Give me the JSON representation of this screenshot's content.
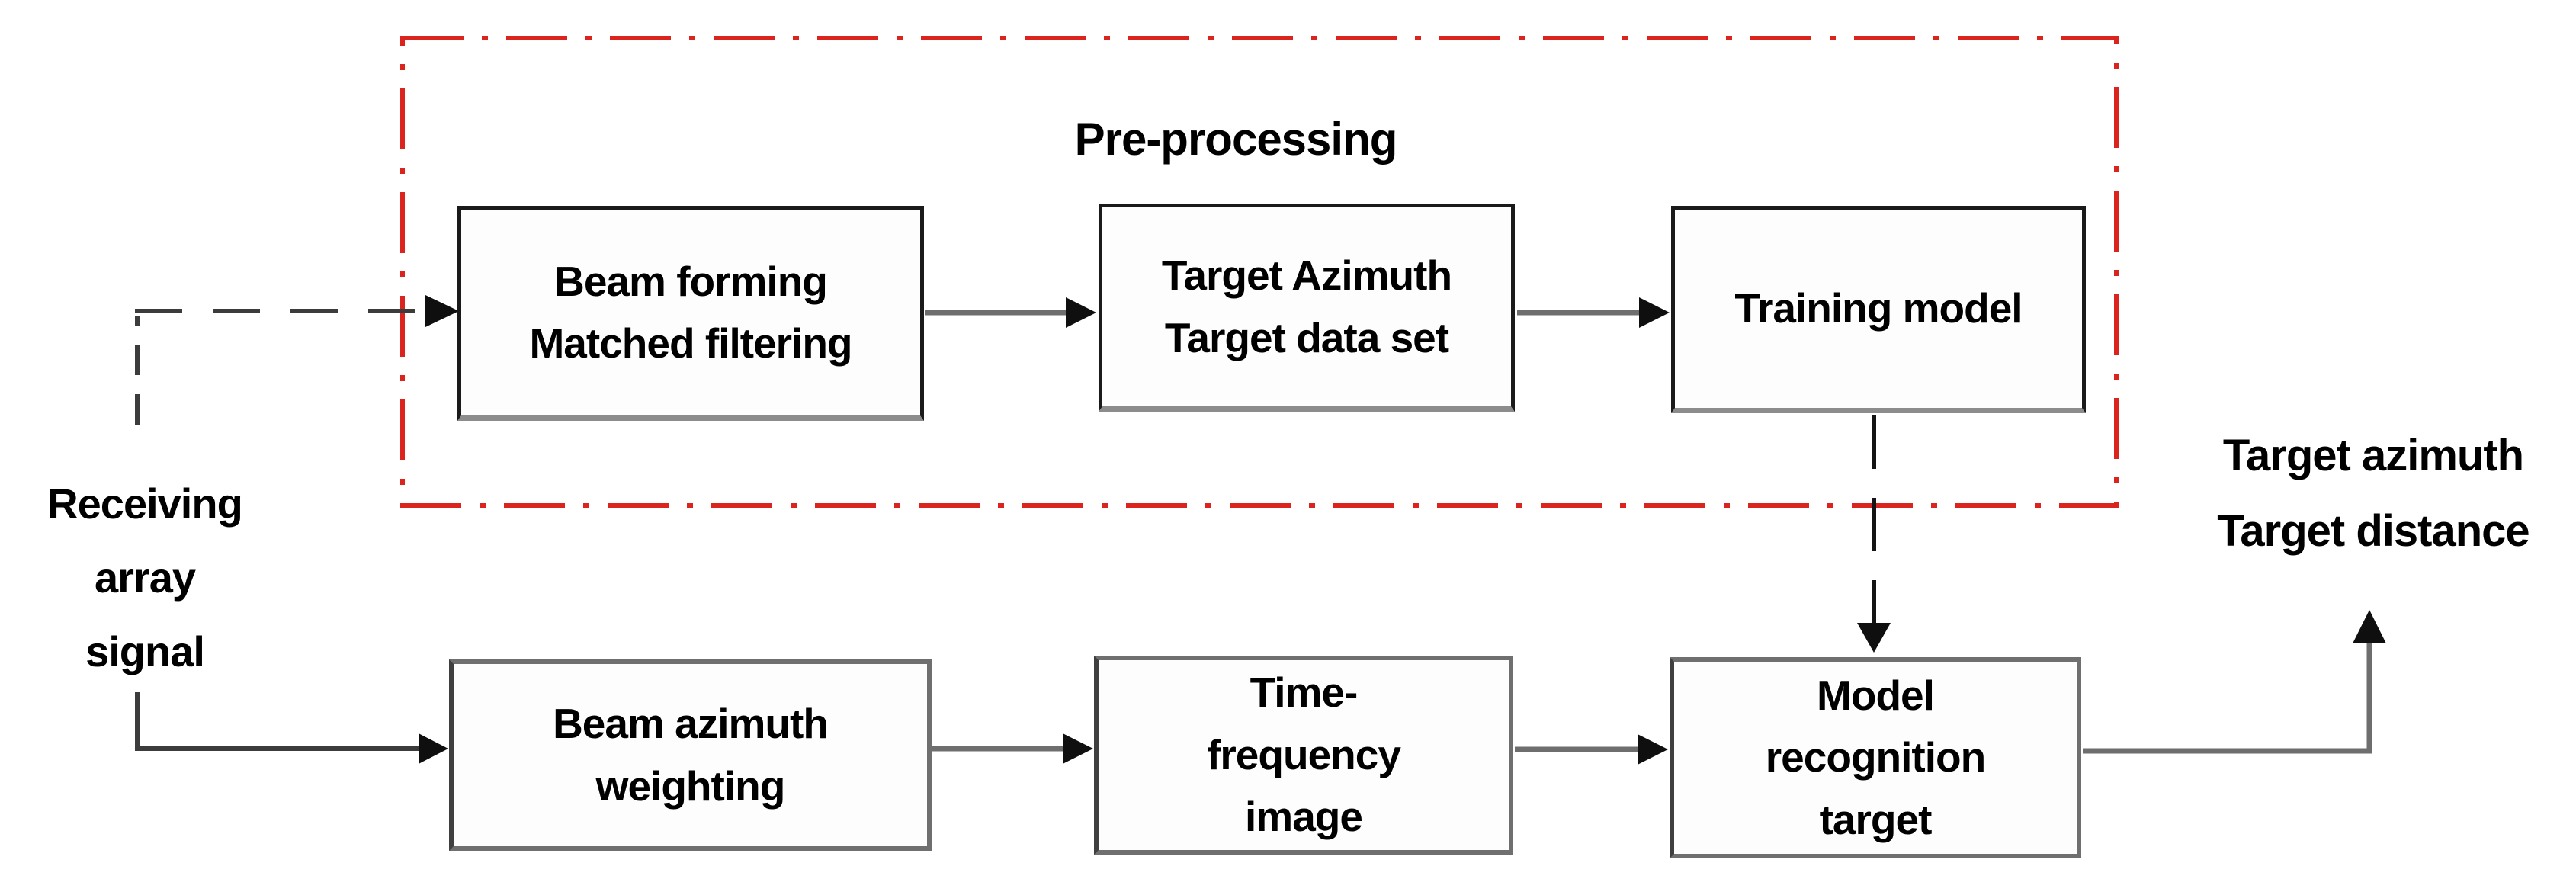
{
  "title": "Pre-processing",
  "labels": {
    "receiving": "Receiving\narray\nsignal",
    "output": "Target azimuth\nTarget distance"
  },
  "boxes": {
    "beam_forming": "Beam forming\nMatched filtering",
    "target_azimuth": "Target Azimuth\nTarget data set",
    "training_model": "Training model",
    "beam_azimuth_weighting": "Beam azimuth\nweighting",
    "time_frequency_image": "Time-\nfrequency\nimage",
    "model_recognition_target": "Model\nrecognition\ntarget"
  },
  "colors": {
    "preprocessing_border": "#dc241f",
    "connector_gray": "#6e6e6e",
    "connector_dark": "#3c3c3c",
    "arrowhead": "#0f0f0f",
    "box_border_dark": "#1a1a1a",
    "box_border_gray": "#6f6f6f",
    "box_shadow_gray": "#8c8c8c",
    "text": "#000000",
    "background": "#ffffff"
  }
}
